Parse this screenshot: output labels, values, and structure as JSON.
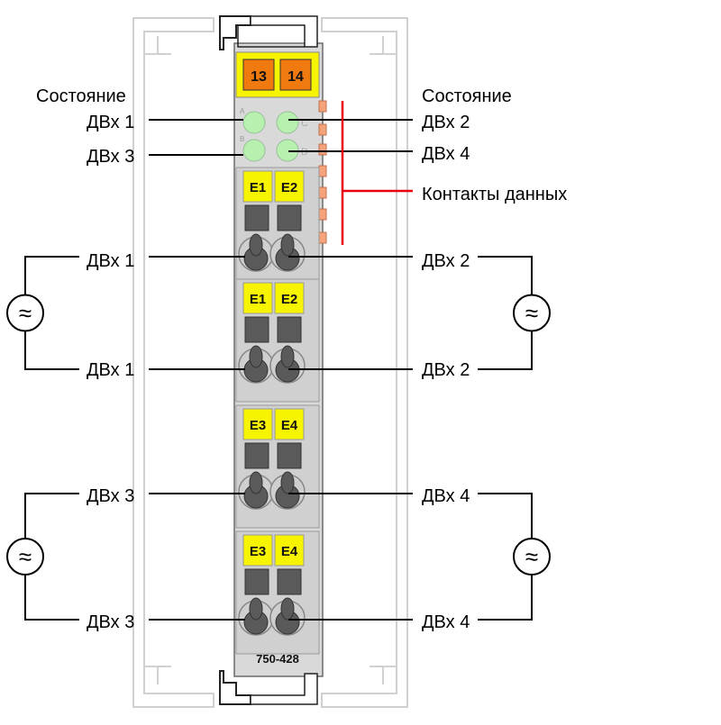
{
  "module": {
    "part_number": "750-428",
    "top_terminals": [
      "13",
      "14"
    ],
    "led_letters": [
      "A",
      "C",
      "B",
      "D"
    ],
    "channel_blocks": [
      [
        "E1",
        "E2"
      ],
      [
        "E1",
        "E2"
      ],
      [
        "E3",
        "E4"
      ],
      [
        "E3",
        "E4"
      ]
    ]
  },
  "labels": {
    "status_left": "Состояние",
    "status_right": "Состояние",
    "led_left_top": "ДВх 1",
    "led_left_bottom": "ДВх 3",
    "led_right_top": "ДВх 2",
    "led_right_bottom": "ДВх 4",
    "data_contacts": "Контакты данных",
    "wires": [
      {
        "left": "ДВх 1",
        "right": "ДВх 2"
      },
      {
        "left": "ДВх 1",
        "right": "ДВх 2"
      },
      {
        "left": "ДВх 3",
        "right": "ДВх 4"
      },
      {
        "left": "ДВх 3",
        "right": "ДВх 4"
      }
    ]
  },
  "symbols": {
    "ac_source": "≈"
  },
  "colors": {
    "module_body": "#d9d9d9",
    "terminal_yellow": "#f7f400",
    "terminal_orange": "#f07a10",
    "led_green": "#b8f0b0",
    "data_contact": "#f4a37a",
    "data_line": "#e8000c",
    "wire": "#000000",
    "rail_outline": "#d0d0d0"
  }
}
